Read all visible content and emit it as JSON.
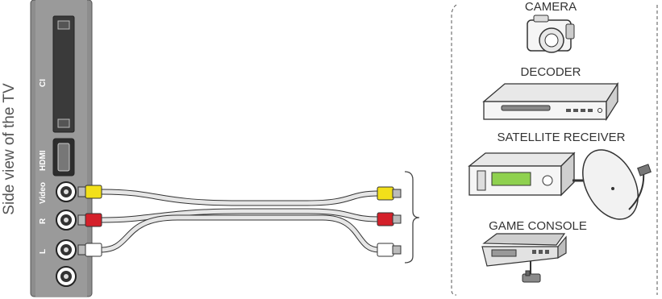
{
  "tv_side": {
    "caption": "Side view of the TV",
    "ports": {
      "ci": "CI",
      "hdmi": "HDMI",
      "video": "Video",
      "right": "R",
      "left": "L"
    }
  },
  "devices": {
    "camera": "CAMERA",
    "decoder": "DECODER",
    "satellite": "SATELLITE RECEIVER",
    "console": "GAME CONSOLE"
  },
  "colors": {
    "panel": "#8d8d8d",
    "video_plug": "#f2e01a",
    "audio_r_plug": "#d4202a",
    "audio_l_plug": "#ffffff",
    "cable": "#e6e6e6",
    "outline": "#333333"
  }
}
